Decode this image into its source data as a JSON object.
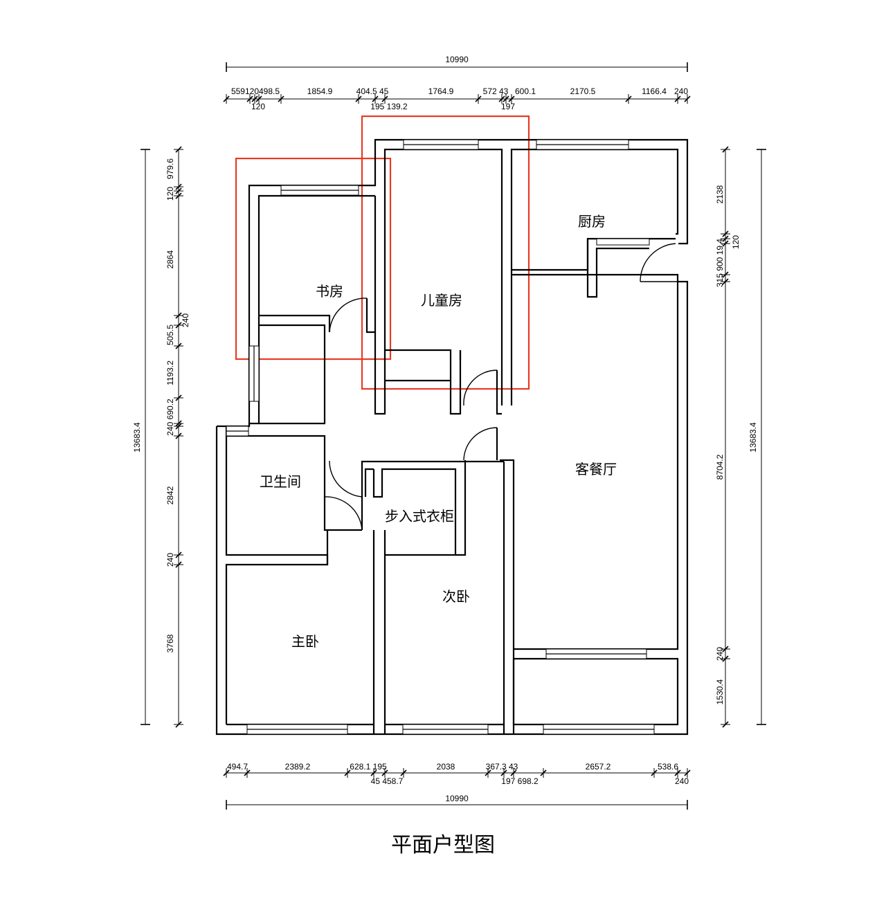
{
  "title": "平面户型图",
  "highlight_color": "#e83a23",
  "rooms": {
    "study": "书房",
    "kids": "儿童房",
    "kitchen": "厨房",
    "living": "客餐厅",
    "bath": "卫生间",
    "walkin": "步入式衣柜",
    "second": "次卧",
    "master": "主卧"
  },
  "dims": {
    "top_total": "10990",
    "top_row": [
      "559120498.5",
      "1854.9",
      "404.5 45",
      "1764.9",
      "572 43",
      "600.1",
      "2170.5",
      "1166.4",
      "240"
    ],
    "top_sub": [
      "120",
      "195 139.2",
      "197"
    ],
    "bottom_total": "10990",
    "bottom_row": [
      "494.7",
      "2389.2",
      "628.1 195",
      "2038",
      "367.3 43",
      "2657.2",
      "538.6"
    ],
    "bottom_sub": [
      "45 458.7",
      "197 698.2",
      "240"
    ],
    "left_total": "13683.4",
    "left_row": [
      "120",
      "979.6",
      "2864",
      "505.5",
      "240",
      "1193.2",
      "240 690.2",
      "2842",
      "240",
      "3768"
    ],
    "right_total": "13683.4",
    "right_row": [
      "2138",
      "120",
      "315 900 19.4",
      "8704.2",
      "240",
      "1530.4"
    ]
  }
}
